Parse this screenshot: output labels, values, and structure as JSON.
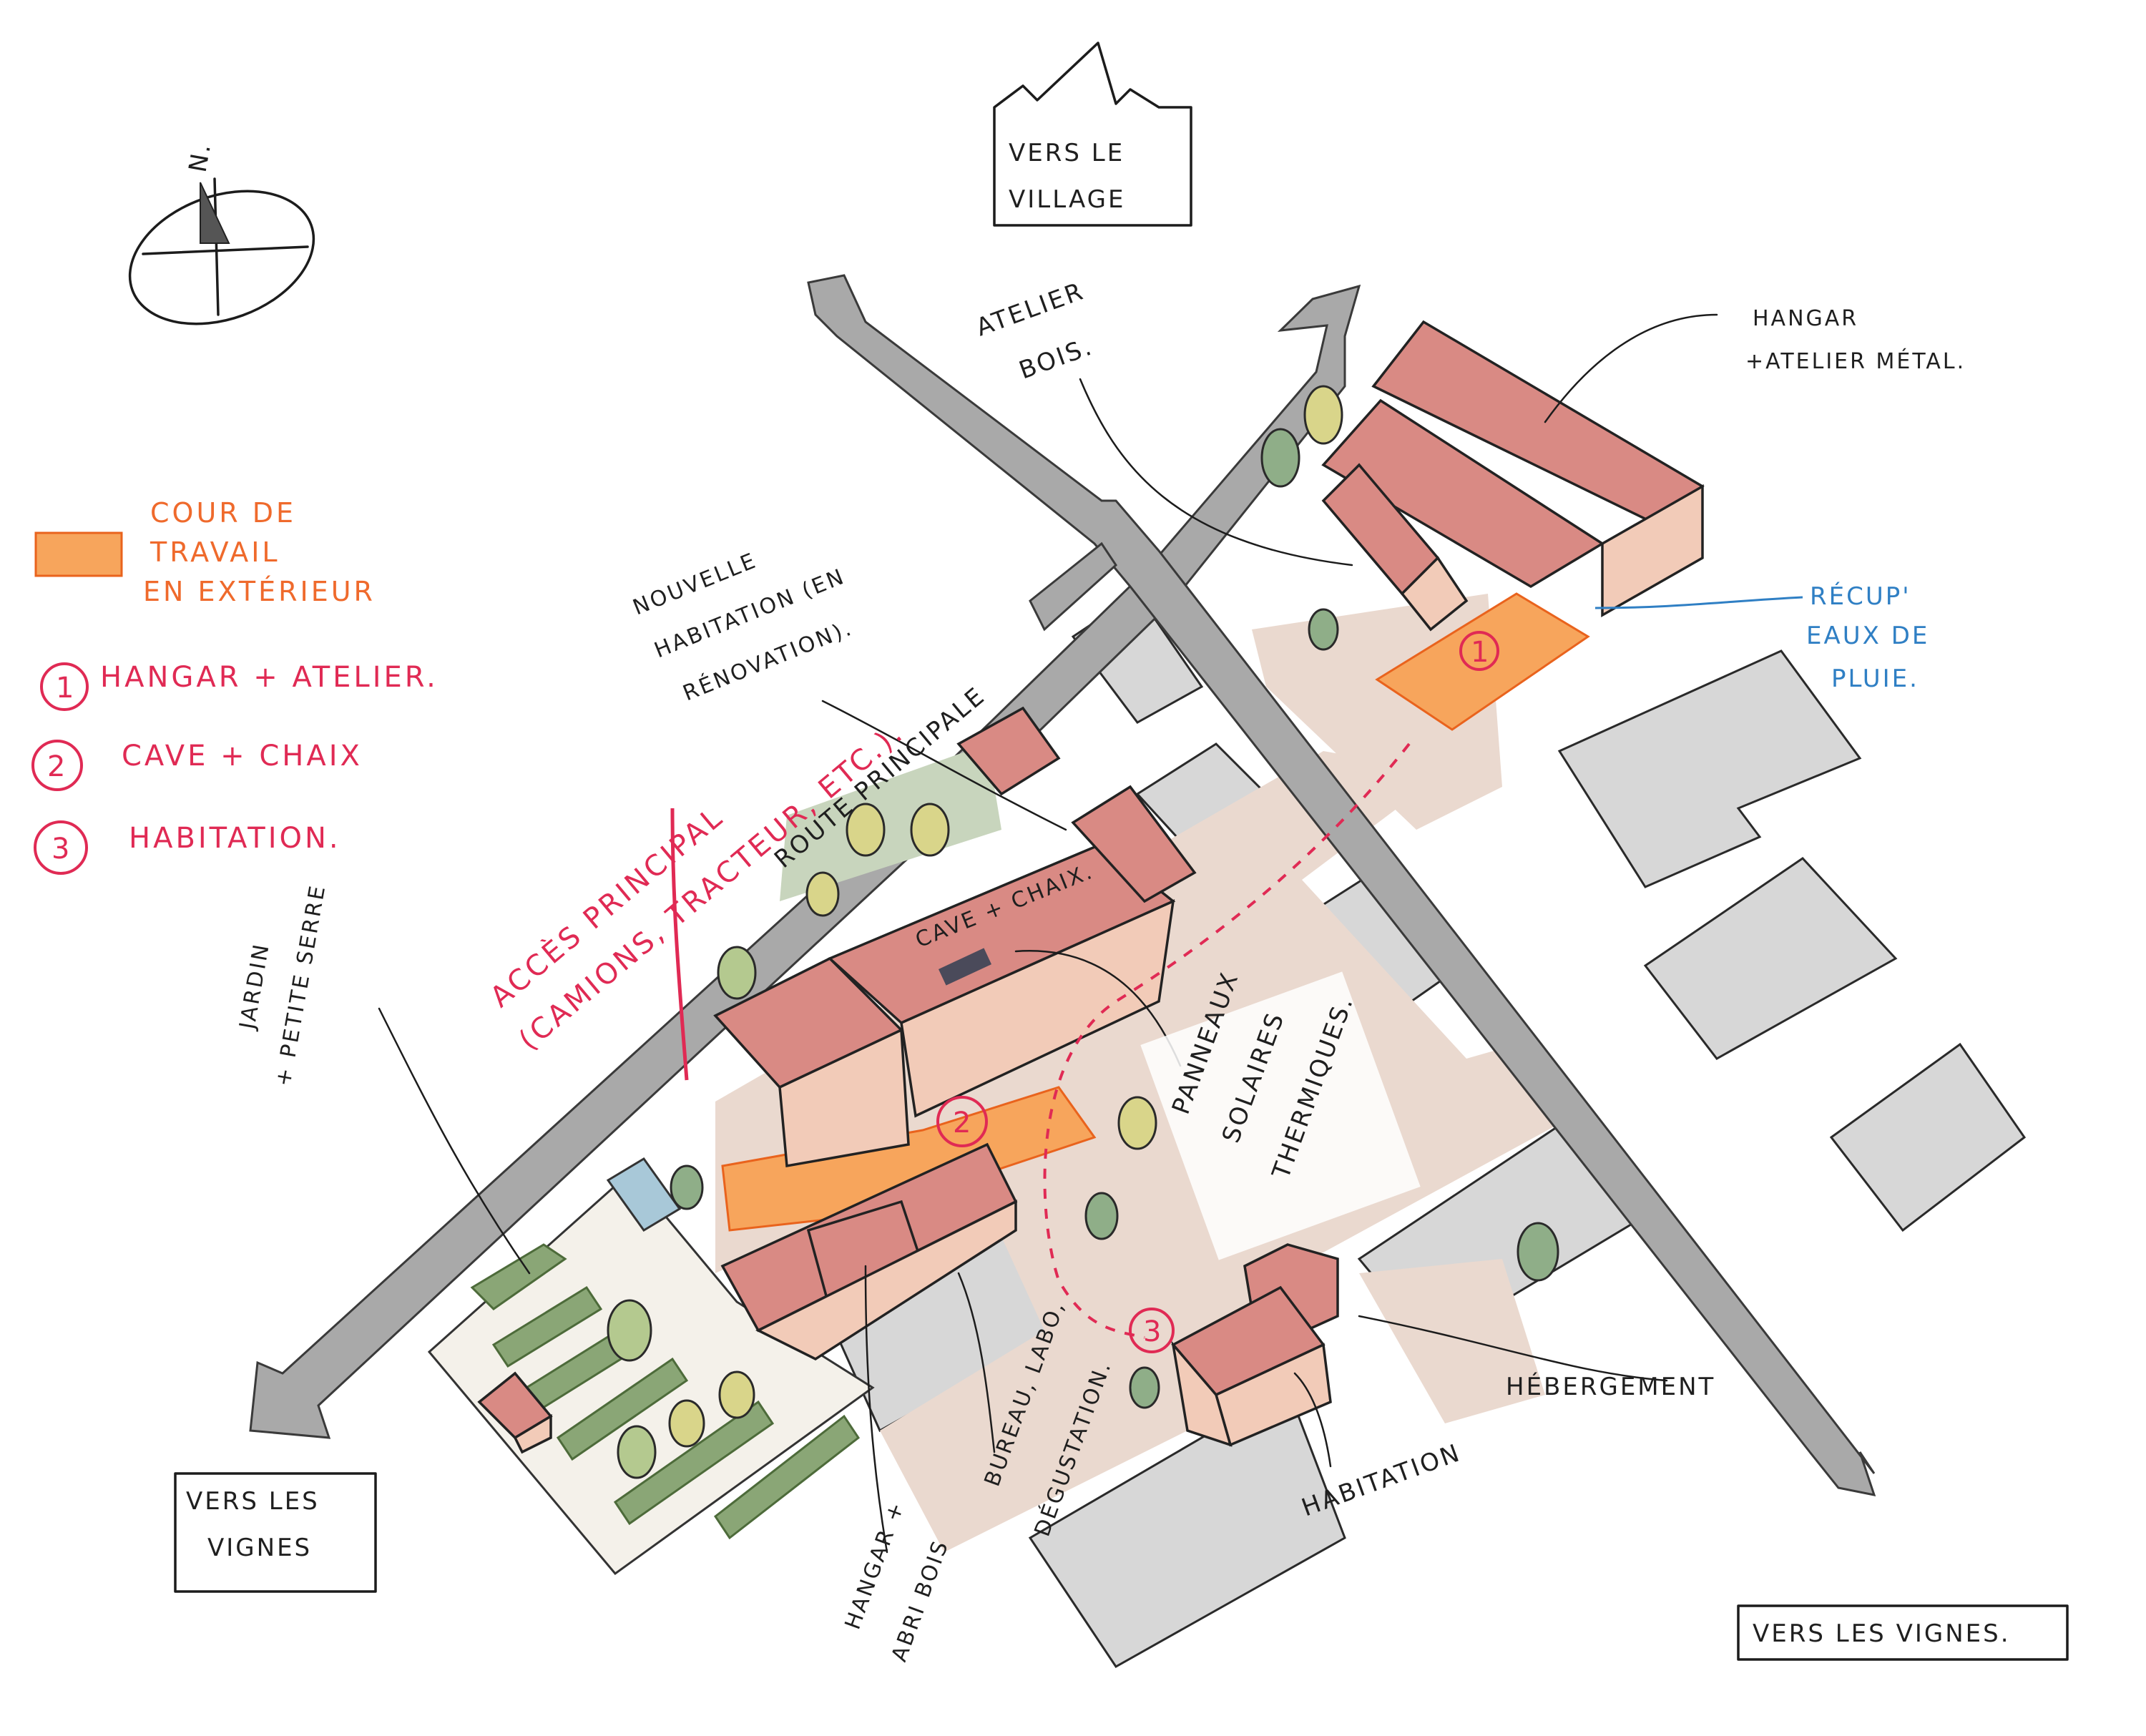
{
  "legend": {
    "courtyard_line1": "COUR DE",
    "courtyard_line2": "TRAVAIL",
    "courtyard_line3": "EN EXTÉRIEUR",
    "item1": "HANGAR + ATELIER.",
    "item2": "CAVE + CHAIX",
    "item3": "HABITATION.",
    "num1": "1",
    "num2": "2",
    "num3": "3"
  },
  "compass": {
    "north": "N."
  },
  "signs": {
    "village_line1": "VERS LE",
    "village_line2": "VILLAGE",
    "vignes_left_line1": "VERS LES",
    "vignes_left_line2": "VIGNES",
    "vignes_right": "VERS LES VIGNES."
  },
  "labels": {
    "atelier_bois_line1": "ATELIER",
    "atelier_bois_line2": "BOIS.",
    "hangar_atelier_metal_line1": "HANGAR",
    "hangar_atelier_metal_line2": "+ATELIER MÉTAL.",
    "recup_line1": "RÉCUP'",
    "recup_line2": "EAUX DE",
    "recup_line3": "PLUIE.",
    "nouvelle_line1": "NOUVELLE",
    "nouvelle_line2": "HABITATION (EN",
    "nouvelle_line3": "RÉNOVATION).",
    "route_principale": "ROUTE PRINCIPALE",
    "acces_line1": "ACCÈS PRINCIPAL",
    "acces_line2": "(CAMIONS, TRACTEUR, ETC.).",
    "cave_chaix": "CAVE + CHAIX.",
    "panneaux_line1": "PANNEAUX",
    "panneaux_line2": "SOLAIRES",
    "panneaux_line3": "THERMIQUES.",
    "jardin_line1": "JARDIN",
    "jardin_line2": "+ PETITE SERRE",
    "hebergement": "HÉBERGEMENT",
    "bureau_line1": "BUREAU, LABO,",
    "bureau_line2": "DÉGUSTATION.",
    "habitation": "HABITATION",
    "hangar_abri_line1": "HANGAR +",
    "hangar_abri_line2": "ABRI BOIS"
  },
  "colors": {
    "courtyard_orange": "#f7a55c",
    "legend_red": "#e02a54",
    "rain_blue": "#2f7fc4",
    "roof": "#d98a84",
    "road_grey": "#a9a9a9"
  }
}
